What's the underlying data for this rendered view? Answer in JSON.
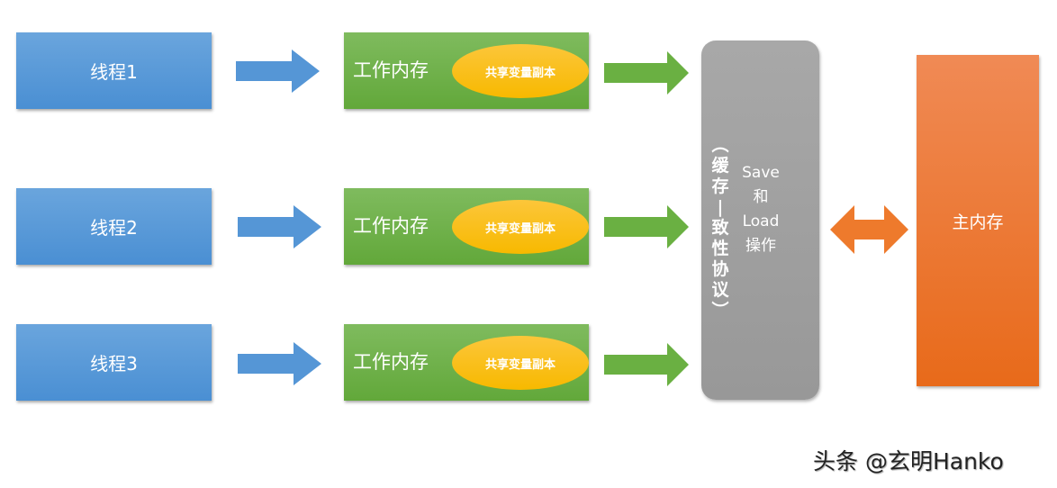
{
  "threads": [
    {
      "label": "线程1"
    },
    {
      "label": "线程2"
    },
    {
      "label": "线程3"
    }
  ],
  "working_memory": {
    "label": "工作内存",
    "copy_label": "共享变量副本"
  },
  "cache_box": {
    "vertical_label": "（缓存一致性协议）",
    "operation_lines": [
      "Save",
      "和",
      "Load",
      "操作"
    ]
  },
  "main_memory": {
    "label": "主内存"
  },
  "watermark": "头条 @玄明Hanko",
  "colors": {
    "thread_blue": "#5b9bd5",
    "work_green": "#70ad47",
    "copy_yellow": "#ffc000",
    "cache_gray": "#a0a0a0",
    "main_orange": "#ed7d31"
  }
}
